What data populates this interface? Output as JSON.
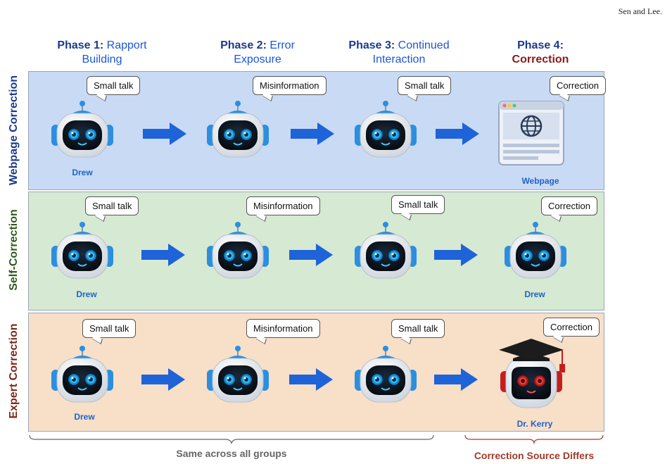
{
  "header": {
    "authors": "Sen and Lee."
  },
  "phases": [
    {
      "prefix": "Phase 1:",
      "rest": "Rapport",
      "line2": "Building"
    },
    {
      "prefix": "Phase 2:",
      "rest": "Error",
      "line2": "Exposure"
    },
    {
      "prefix": "Phase 3:",
      "rest": "Continued",
      "line2": "Interaction"
    },
    {
      "prefix": "Phase 4:",
      "rest": "",
      "line2": "Correction"
    }
  ],
  "rows": [
    {
      "label": "Webpage Correction",
      "label_color": "#1b3a8c",
      "bg": "#c9daf5",
      "bubbles": [
        "Small talk",
        "Misinformation",
        "Small talk",
        "Correction"
      ],
      "names": [
        "Drew",
        "Webpage"
      ]
    },
    {
      "label": "Self-Correction",
      "label_color": "#2e5a1c",
      "bg": "#d6e9d2",
      "bubbles": [
        "Small talk",
        "Misinformation",
        "Small talk",
        "Correction"
      ],
      "names": [
        "Drew",
        "Drew"
      ]
    },
    {
      "label": "Expert Correction",
      "label_color": "#7a2618",
      "bg": "#f7dfc8",
      "bubbles": [
        "Small talk",
        "Misinformation",
        "Small talk",
        "Correction"
      ],
      "names": [
        "Drew",
        "Dr. Kerry"
      ]
    }
  ],
  "braces": {
    "same": "Same across all groups",
    "differs": "Correction Source Differs"
  },
  "colors": {
    "arrow": "#1e63d8",
    "name": "#1e63c8",
    "differs": "#a03a2a",
    "same": "#666666"
  }
}
